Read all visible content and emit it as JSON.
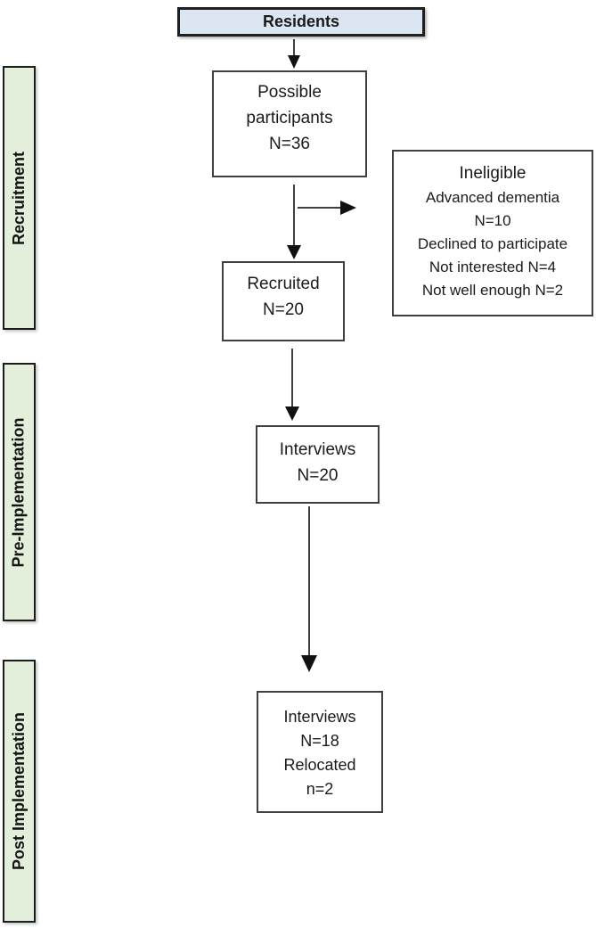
{
  "diagram": {
    "title_box": {
      "label": "Residents"
    },
    "stages": [
      {
        "label": "Recruitment"
      },
      {
        "label": "Pre-Implementation"
      },
      {
        "label": "Post Implementation"
      }
    ],
    "boxes": {
      "possible": {
        "lines": [
          "Possible",
          "participants",
          "N=36"
        ]
      },
      "ineligible": {
        "title": "Ineligible",
        "lines": [
          "Advanced dementia",
          "N=10",
          "Declined to participate",
          "Not interested N=4",
          "Not well enough N=2"
        ]
      },
      "recruited": {
        "lines": [
          "Recruited",
          "N=20"
        ]
      },
      "interviews_pre": {
        "lines": [
          "Interviews",
          "N=20"
        ]
      },
      "interviews_post": {
        "lines": [
          "Interviews",
          "N=18",
          "Relocated",
          "n=2"
        ]
      }
    },
    "colors": {
      "title_box_fill": "#dce6f2",
      "stage_bar_fill": "#e3eedb",
      "box_border": "#404040",
      "arrow": "#404040",
      "text": "#1a1a1a",
      "background": "#ffffff"
    }
  }
}
